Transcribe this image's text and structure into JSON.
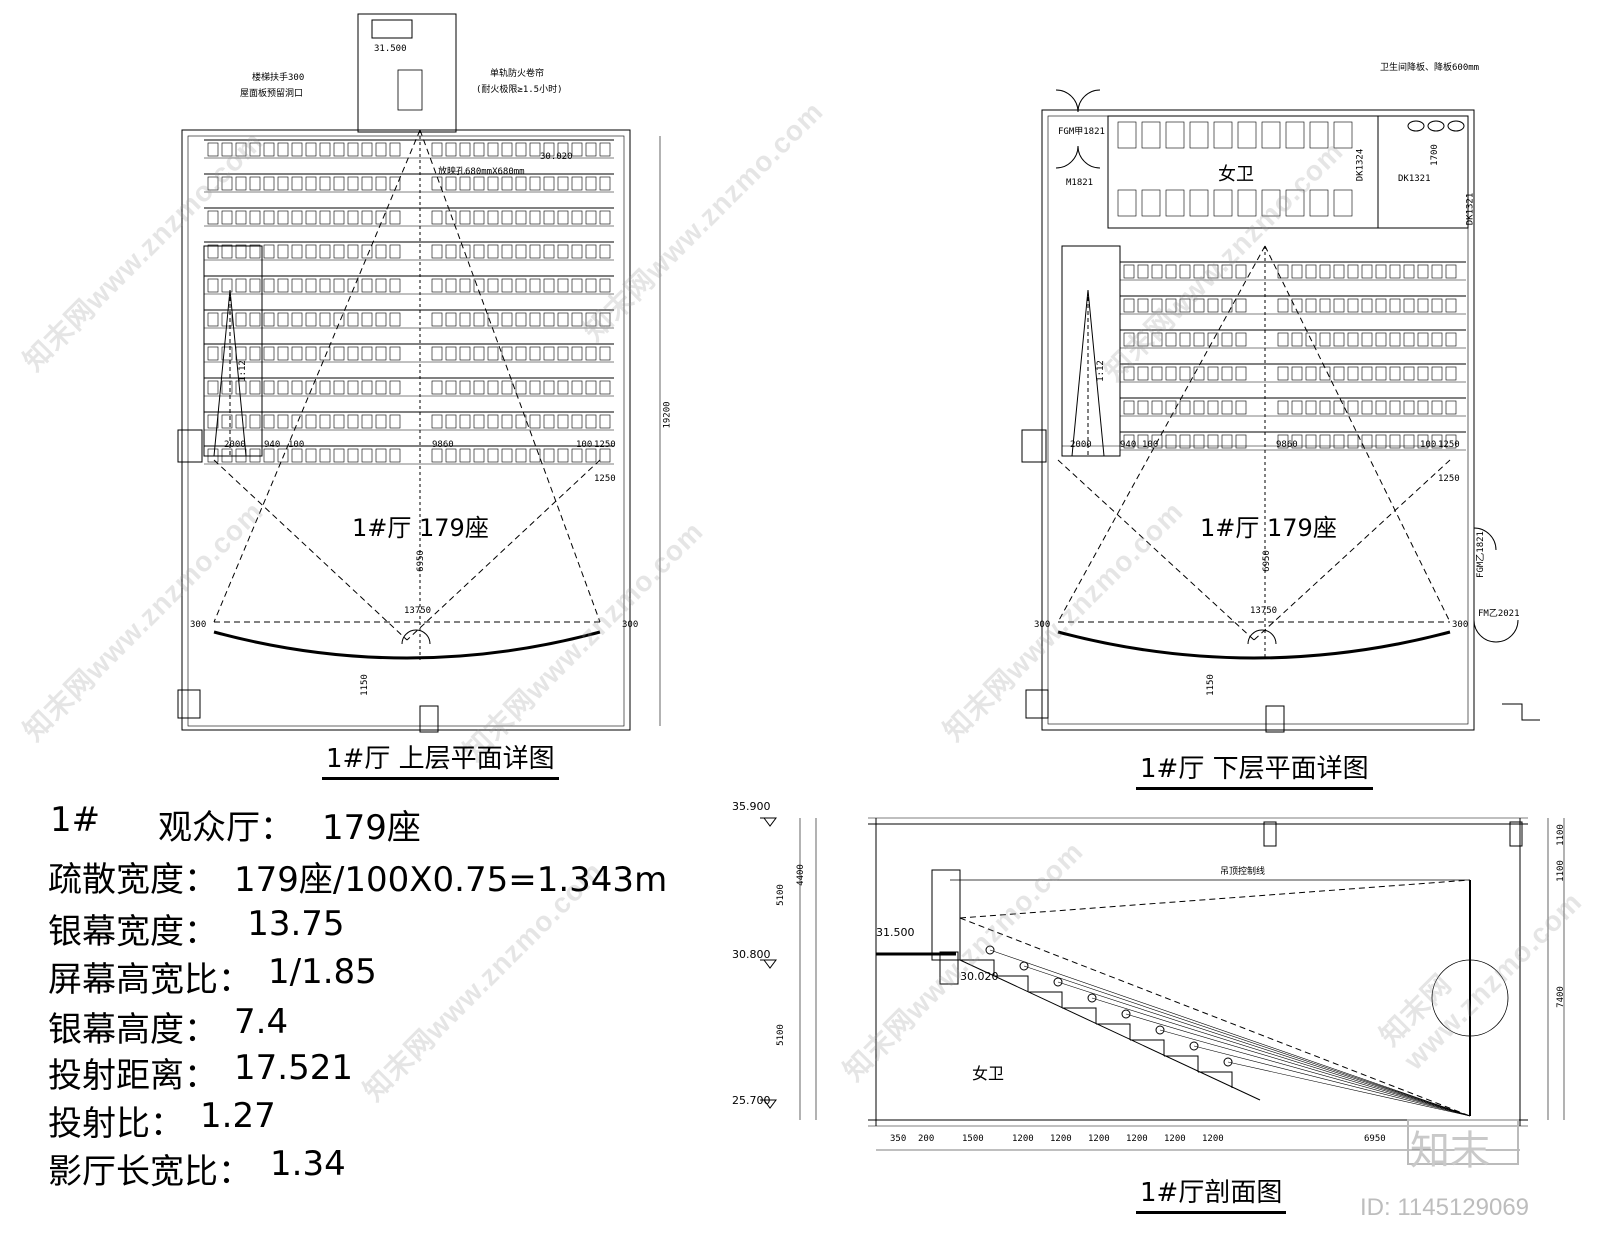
{
  "upper_plan": {
    "title": "1#厅  上层平面详图",
    "hall_label": "1#厅  179座",
    "elev_top": "31.500",
    "elev_seat": "30.020",
    "note_left": "楼梯扶手300",
    "note_left2": "屋面板预留洞口",
    "note_right": "单轨防火卷帘",
    "note_right2": "(耐火极限≥1.5小时)",
    "hole_note": "放映孔680mmX680mm",
    "slope": "1:12",
    "dims": [
      "2000",
      "940",
      "100",
      "9860",
      "100",
      "1250",
      "1250",
      "6950",
      "13750",
      "300",
      "300",
      "1150",
      "19200"
    ]
  },
  "lower_plan": {
    "title": "1#厅  下层平面详图",
    "hall_label": "1#厅  179座",
    "toilet_label": "女卫",
    "door1": "FGM甲1821",
    "door2": "M1821",
    "door3": "DK1324",
    "door4": "DK1321",
    "door5": "DK1321",
    "door6": "FGM乙1821",
    "door7": "FM乙2021",
    "note_top": "卫生间降板、降板600mm",
    "slope": "1:12",
    "dims": [
      "2000",
      "940",
      "100",
      "9860",
      "100",
      "1250",
      "1250",
      "6950",
      "13750",
      "300",
      "300",
      "1150",
      "1700"
    ]
  },
  "section": {
    "title": "1#厅剖面图",
    "toilet_label": "女卫",
    "ceiling_note": "吊顶控制线",
    "elevations": [
      "35.900",
      "31.500",
      "30.800",
      "30.020",
      "25.700"
    ],
    "dims_bottom": [
      "350",
      "200",
      "1500",
      "1200",
      "1200",
      "1200",
      "1200",
      "1200",
      "1200",
      "6950"
    ],
    "dims_left": [
      "5100",
      "4400",
      "5100"
    ],
    "dims_right": [
      "1100",
      "1100",
      "7400"
    ]
  },
  "specs": {
    "heading_num": "1#",
    "heading_label": "观众厅：",
    "heading_value": "179座",
    "rows": [
      {
        "label": "疏散宽度：",
        "value": "179座/100X0.75=1.343m"
      },
      {
        "label": "银幕宽度：",
        "value": "    13.75"
      },
      {
        "label": "屏幕高宽比：",
        "value": "1/1.85"
      },
      {
        "label": "银幕高度：",
        "value": "7.4"
      },
      {
        "label": "投射距离：",
        "value": "17.521"
      },
      {
        "label": "投射比：",
        "value": "1.27"
      },
      {
        "label": "影厅长宽比：",
        "value": "1.34"
      }
    ]
  },
  "watermark": {
    "text": "知末网www.znzmo.com",
    "brand": "知末",
    "id": "ID: 1145129069"
  },
  "colors": {
    "line": "#000000",
    "watermark": "#c8c8c8"
  }
}
